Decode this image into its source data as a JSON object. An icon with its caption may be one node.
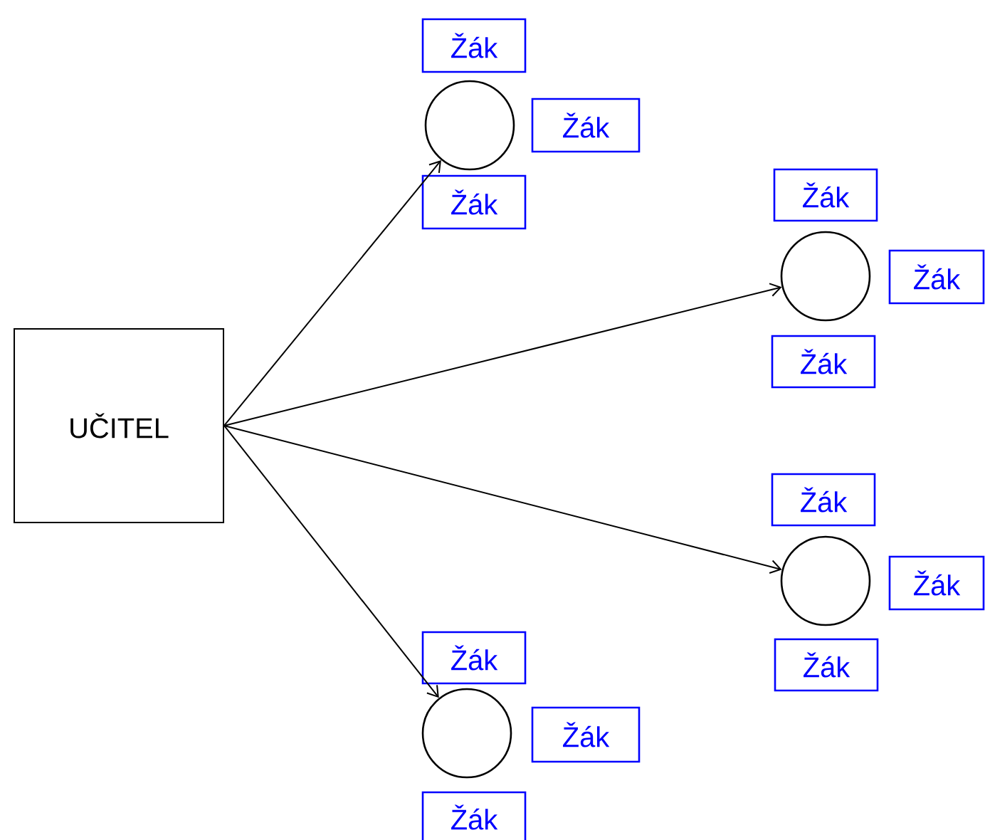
{
  "diagram": {
    "nodes": [
      {
        "text": [
          "UČITEL"
        ]
      },
      {
        "text": [],
        "shape": "circle"
      },
      {
        "text": [
          "Žák"
        ]
      },
      {
        "text": [
          "Žák"
        ]
      },
      {
        "text": [
          "Žák"
        ]
      },
      {
        "text": [],
        "shape": "circle"
      },
      {
        "text": [
          "Žák"
        ]
      },
      {
        "text": [
          "Žák"
        ]
      },
      {
        "text": [
          "Žák"
        ]
      },
      {
        "text": [],
        "shape": "circle"
      },
      {
        "text": [
          "Žák"
        ]
      },
      {
        "text": [
          "Žák"
        ]
      },
      {
        "text": [
          "Žák"
        ]
      },
      {
        "text": [],
        "shape": "circle"
      },
      {
        "text": [
          "Žák"
        ]
      },
      {
        "text": [
          "Žák"
        ]
      },
      {
        "text": [
          "Žák"
        ]
      }
    ],
    "edges": [
      {
        "from": 0,
        "to": 1,
        "arrow": "to"
      },
      {
        "from": 0,
        "to": 5,
        "arrow": "to"
      },
      {
        "from": 0,
        "to": 9,
        "arrow": "to"
      },
      {
        "from": 0,
        "to": 13,
        "arrow": "to"
      }
    ]
  }
}
